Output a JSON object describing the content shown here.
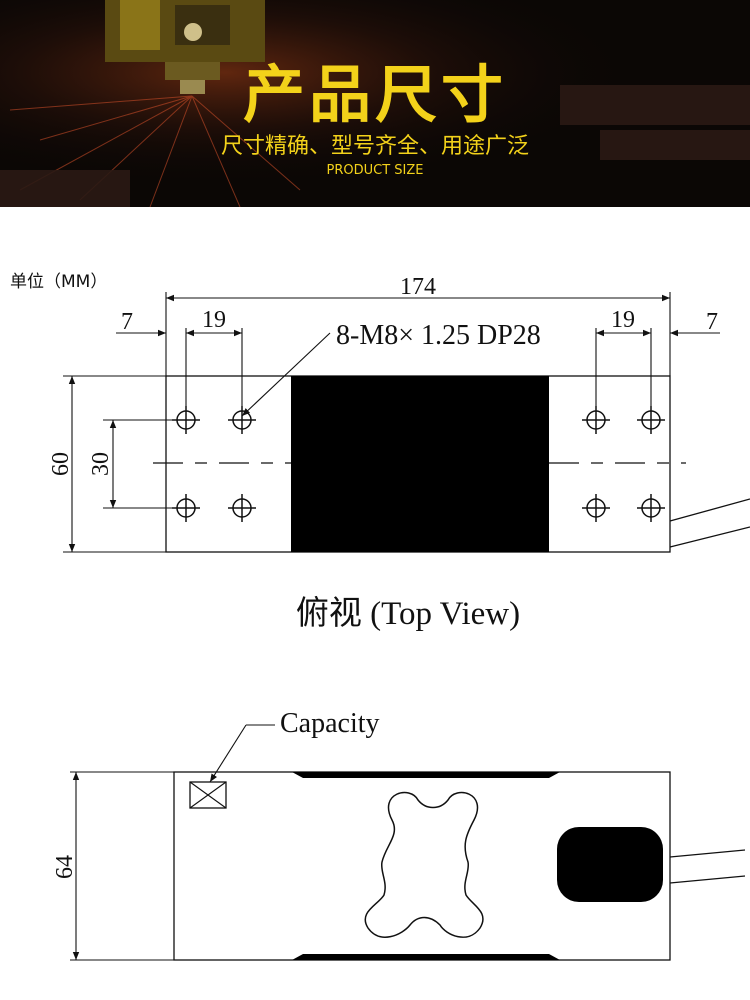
{
  "banner": {
    "title": "产品尺寸",
    "subtitle": "尺寸精确、型号齐全、用途广泛",
    "english": "PRODUCT SIZE",
    "accent_color": "#f3d21a",
    "background_color": "#0b0705"
  },
  "unit_label": "单位（MM）",
  "top_view": {
    "dim_total_length": "174",
    "dim_left_edge": "7",
    "dim_left_spacing": "19",
    "dim_right_spacing": "19",
    "dim_right_edge": "7",
    "dim_height": "60",
    "dim_hole_spacing": "30",
    "hole_callout": "8-M8× 1.25 DP28",
    "caption": "俯视 (Top View)"
  },
  "side_view": {
    "callout": "Capacity",
    "dim_height": "64"
  }
}
